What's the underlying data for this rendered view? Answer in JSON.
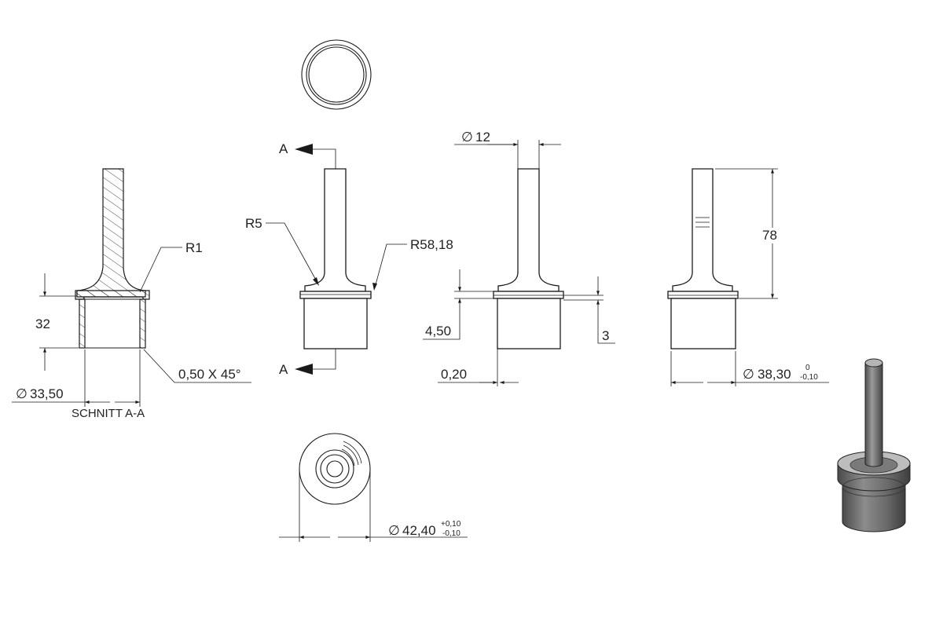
{
  "section_view": {
    "title": "SCHNITT A-A",
    "dim_height": "32",
    "dim_radius": "R1",
    "dim_chamfer": "0,50 X 45°",
    "dim_diameter": "33,50"
  },
  "front_view": {
    "cut_label_top": "A",
    "cut_label_bottom": "A",
    "dim_fillet": "R5",
    "dim_radius_large": "R58,18"
  },
  "side_view": {
    "dim_pin_diameter": "12",
    "dim_flange_height": "4,50",
    "dim_step": "3",
    "dim_offset": "0,20"
  },
  "right_view": {
    "dim_total_height": "78",
    "dim_body_diameter": "38,30",
    "tol_upper": "0",
    "tol_lower": "-0,10"
  },
  "bottom_view": {
    "dim_flange_diameter": "42,40",
    "tol_upper": "+0,10",
    "tol_lower": "-0,10"
  },
  "symbols": {
    "diameter": "∅"
  },
  "colors": {
    "line": "#1a1a1a",
    "background": "#ffffff",
    "iso_shade_dark": "#5a5a5a",
    "iso_shade_light": "#9a9a9a"
  }
}
